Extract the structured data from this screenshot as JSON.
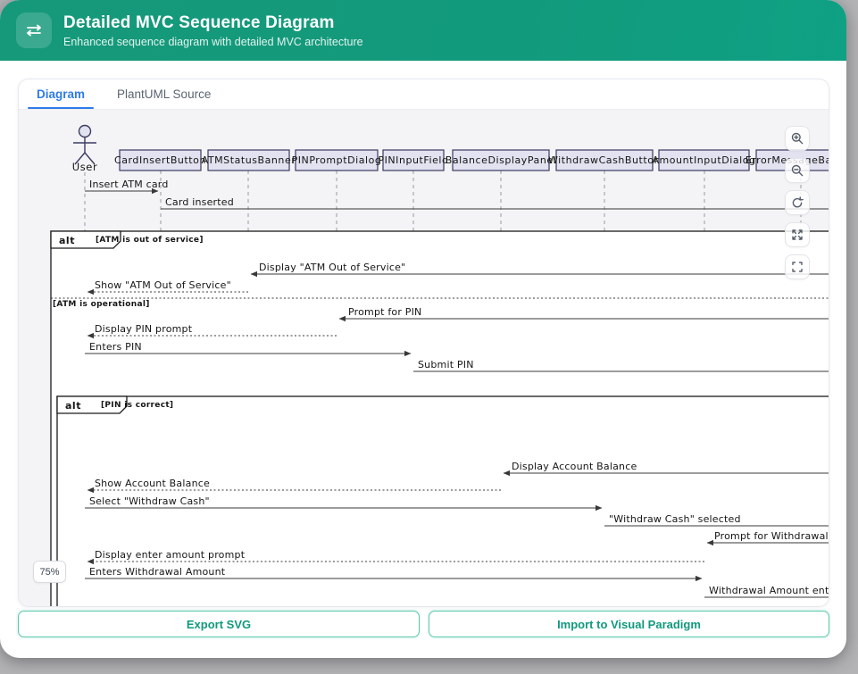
{
  "header": {
    "icon": "swap-arrows-icon",
    "title": "Detailed MVC Sequence Diagram",
    "subtitle": "Enhanced sequence diagram with detailed MVC architecture"
  },
  "tabs": [
    {
      "label": "Diagram",
      "active": true
    },
    {
      "label": "PlantUML Source",
      "active": false
    }
  ],
  "diagram": {
    "actor": {
      "name": "User"
    },
    "participants": [
      {
        "name": "CardInsertButton"
      },
      {
        "name": "ATMStatusBanner"
      },
      {
        "name": "PINPromptDialog"
      },
      {
        "name": "PINInputField"
      },
      {
        "name": "BalanceDisplayPanel"
      },
      {
        "name": "WithdrawCashButton"
      },
      {
        "name": "AmountInputDialog"
      },
      {
        "name": "ErrorMessageBanner"
      }
    ],
    "fragments": [
      {
        "operator": "alt",
        "condition": "[ATM is out of service]",
        "else_condition": "[ATM is operational]"
      },
      {
        "operator": "alt",
        "condition": "[PIN is correct]"
      }
    ],
    "messages": [
      {
        "label": "Insert ATM card",
        "from": "User",
        "to": "CardInsertButton",
        "style": "solid"
      },
      {
        "label": "Card inserted",
        "from": "CardInsertButton",
        "to": "offscreen-right",
        "style": "solid"
      },
      {
        "label": "Display \"ATM Out of Service\"",
        "from": "offscreen-right",
        "to": "ATMStatusBanner",
        "style": "solid"
      },
      {
        "label": "Show \"ATM Out of Service\"",
        "from": "ATMStatusBanner",
        "to": "User",
        "style": "dotted"
      },
      {
        "label": "Prompt for PIN",
        "from": "offscreen-right",
        "to": "PINPromptDialog",
        "style": "solid"
      },
      {
        "label": "Display PIN prompt",
        "from": "PINPromptDialog",
        "to": "User",
        "style": "dotted"
      },
      {
        "label": "Enters PIN",
        "from": "User",
        "to": "PINInputField",
        "style": "solid"
      },
      {
        "label": "Submit PIN",
        "from": "PINInputField",
        "to": "offscreen-right",
        "style": "solid"
      },
      {
        "label": "Display Account Balance",
        "from": "offscreen-right",
        "to": "BalanceDisplayPanel",
        "style": "solid"
      },
      {
        "label": "Show Account Balance",
        "from": "BalanceDisplayPanel",
        "to": "User",
        "style": "dotted"
      },
      {
        "label": "Select \"Withdraw Cash\"",
        "from": "User",
        "to": "WithdrawCashButton",
        "style": "solid"
      },
      {
        "label": "\"Withdraw Cash\" selected",
        "from": "WithdrawCashButton",
        "to": "offscreen-right",
        "style": "solid"
      },
      {
        "label": "Prompt for Withdrawal Amount",
        "from": "offscreen-right",
        "to": "AmountInputDialog",
        "style": "solid"
      },
      {
        "label": "Display enter amount prompt",
        "from": "AmountInputDialog",
        "to": "User",
        "style": "dotted"
      },
      {
        "label": "Enters Withdrawal Amount",
        "from": "User",
        "to": "AmountInputDialog",
        "style": "solid"
      },
      {
        "label": "Withdrawal Amount entered",
        "from": "AmountInputDialog",
        "to": "offscreen-right",
        "style": "solid"
      }
    ],
    "zoom_level": "75%",
    "controls": [
      "zoom-in-icon",
      "zoom-out-icon",
      "reset-view-icon",
      "expand-icon",
      "fit-view-icon"
    ]
  },
  "footer": {
    "export_label": "Export SVG",
    "import_label": "Import to Visual Paradigm"
  },
  "colors": {
    "header_teal": "#14997B",
    "tab_active_blue": "#2F7BE8",
    "participant_fill": "#E2E2F0",
    "participant_border": "#3B3B62",
    "button_teal": "#11997D",
    "page_background": "#B3B3B6",
    "diagram_panel": "#F4F4F6"
  }
}
